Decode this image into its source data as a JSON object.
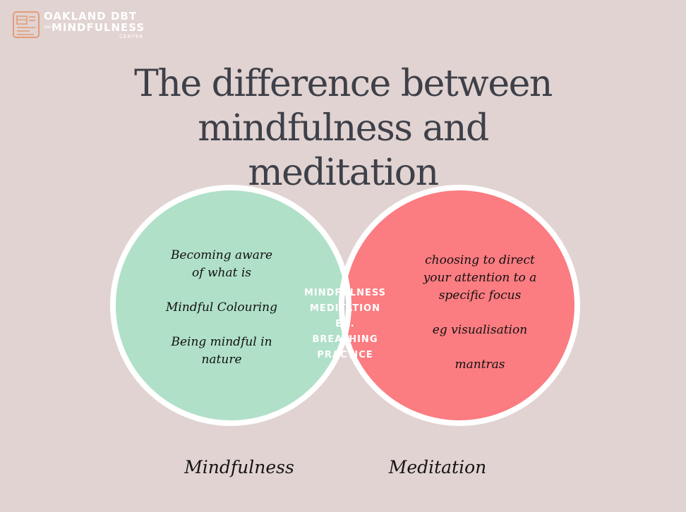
{
  "logo": {
    "line1": "OAKLAND DBT",
    "and": "and",
    "line2": "MINDFULNESS",
    "line3": "CENTER"
  },
  "title": "The difference between mindfulness and meditation",
  "title_lines": [
    "The difference between",
    "mindfulness and",
    "meditation"
  ],
  "colors": {
    "background": "#e1d3d1",
    "mindfulness_circle": "#b0e0c8",
    "meditation_circle": "#fb7c81",
    "overlap": "#c0bdbd",
    "circle_border": "#ffffff",
    "title_text": "#3e4049"
  },
  "venn": {
    "mindfulness": {
      "label": "Mindfulness",
      "items": [
        "Becoming aware of what is",
        "Mindful Colouring",
        "Being mindful in nature"
      ],
      "item_lines": [
        [
          "Becoming aware",
          "of what is"
        ],
        [
          "Mindful Colouring"
        ],
        [
          "Being mindful in",
          "nature"
        ]
      ]
    },
    "meditation": {
      "label": "Meditation",
      "items": [
        "choosing to direct your attention to a specific focus",
        "eg visualisation",
        "mantras"
      ],
      "item_lines": [
        [
          "choosing to direct",
          "your attention to a",
          "specific focus"
        ],
        [
          "eg visualisation"
        ],
        [
          "mantras"
        ]
      ]
    },
    "overlap": {
      "text": "MINDFULNESS MEDITATION EG. BREATHING PRACTICE",
      "lines": [
        "MINDFULNESS",
        "MEDITATION",
        "EG.",
        "BREATHING",
        "PRACTICE"
      ]
    }
  }
}
